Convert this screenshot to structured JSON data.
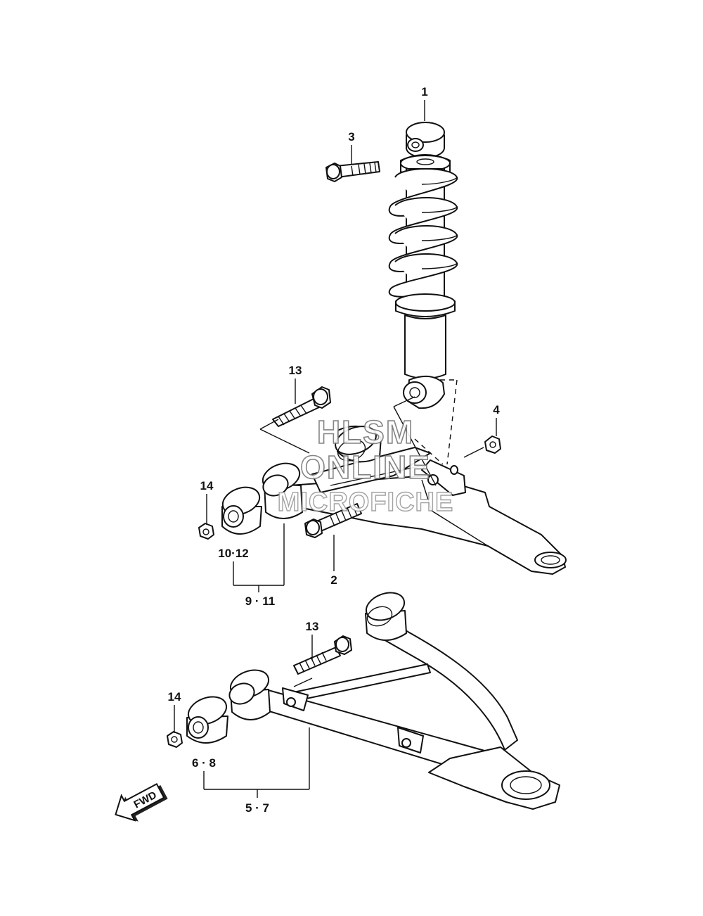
{
  "callouts": {
    "c1": "1",
    "c2": "2",
    "c3": "3",
    "c4": "4",
    "c13_upper": "13",
    "c14_upper": "14",
    "c10_12": "10·12",
    "c9_11": "9 · 11",
    "c13_lower": "13",
    "c14_lower": "14",
    "c6_8": "6 · 8",
    "c5_7": "5 · 7"
  },
  "watermark": {
    "line1": "HLSM",
    "line2": "ONLINE",
    "line3": "MICROFICHE"
  },
  "direction_arrow": {
    "label": "FWD"
  },
  "icons": {
    "direction": "fwd-arrow-icon"
  }
}
